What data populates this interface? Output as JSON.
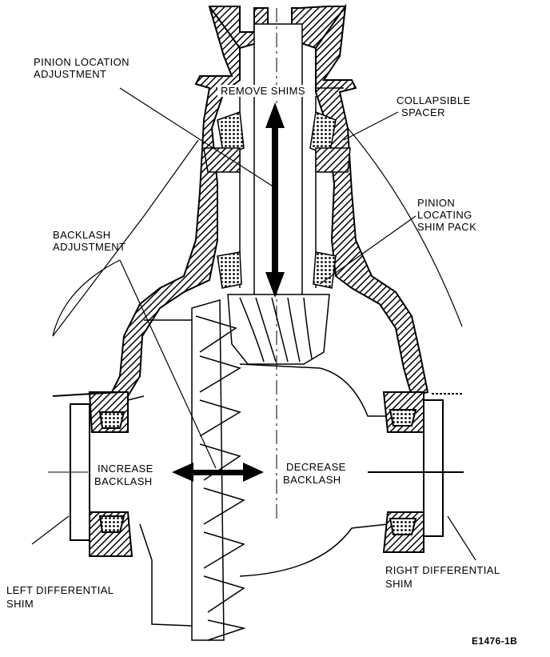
{
  "labels": {
    "pinion_location": [
      "PINION LOCATION",
      "ADJUSTMENT"
    ],
    "remove_shims": "REMOVE SHIMS",
    "collapsible_spacer": [
      "COLLAPSIBLE",
      "SPACER"
    ],
    "pinion_locating_shim": [
      "PINION",
      "LOCATING",
      "SHIM PACK"
    ],
    "backlash_adjustment": [
      "BACKLASH",
      "ADJUSTMENT"
    ],
    "increase_backlash": [
      "INCREASE",
      "BACKLASH"
    ],
    "decrease_backlash": [
      "DECREASE",
      "BACKLASH"
    ],
    "left_shim": [
      "LEFT DIFFERENTIAL",
      "SHIM"
    ],
    "right_shim": [
      "RIGHT DIFFERENTIAL",
      "SHIM"
    ],
    "figure_id": "E1476-1B"
  },
  "colors": {
    "ink": "#000000",
    "paper": "#ffffff",
    "hatch": "#000000"
  }
}
